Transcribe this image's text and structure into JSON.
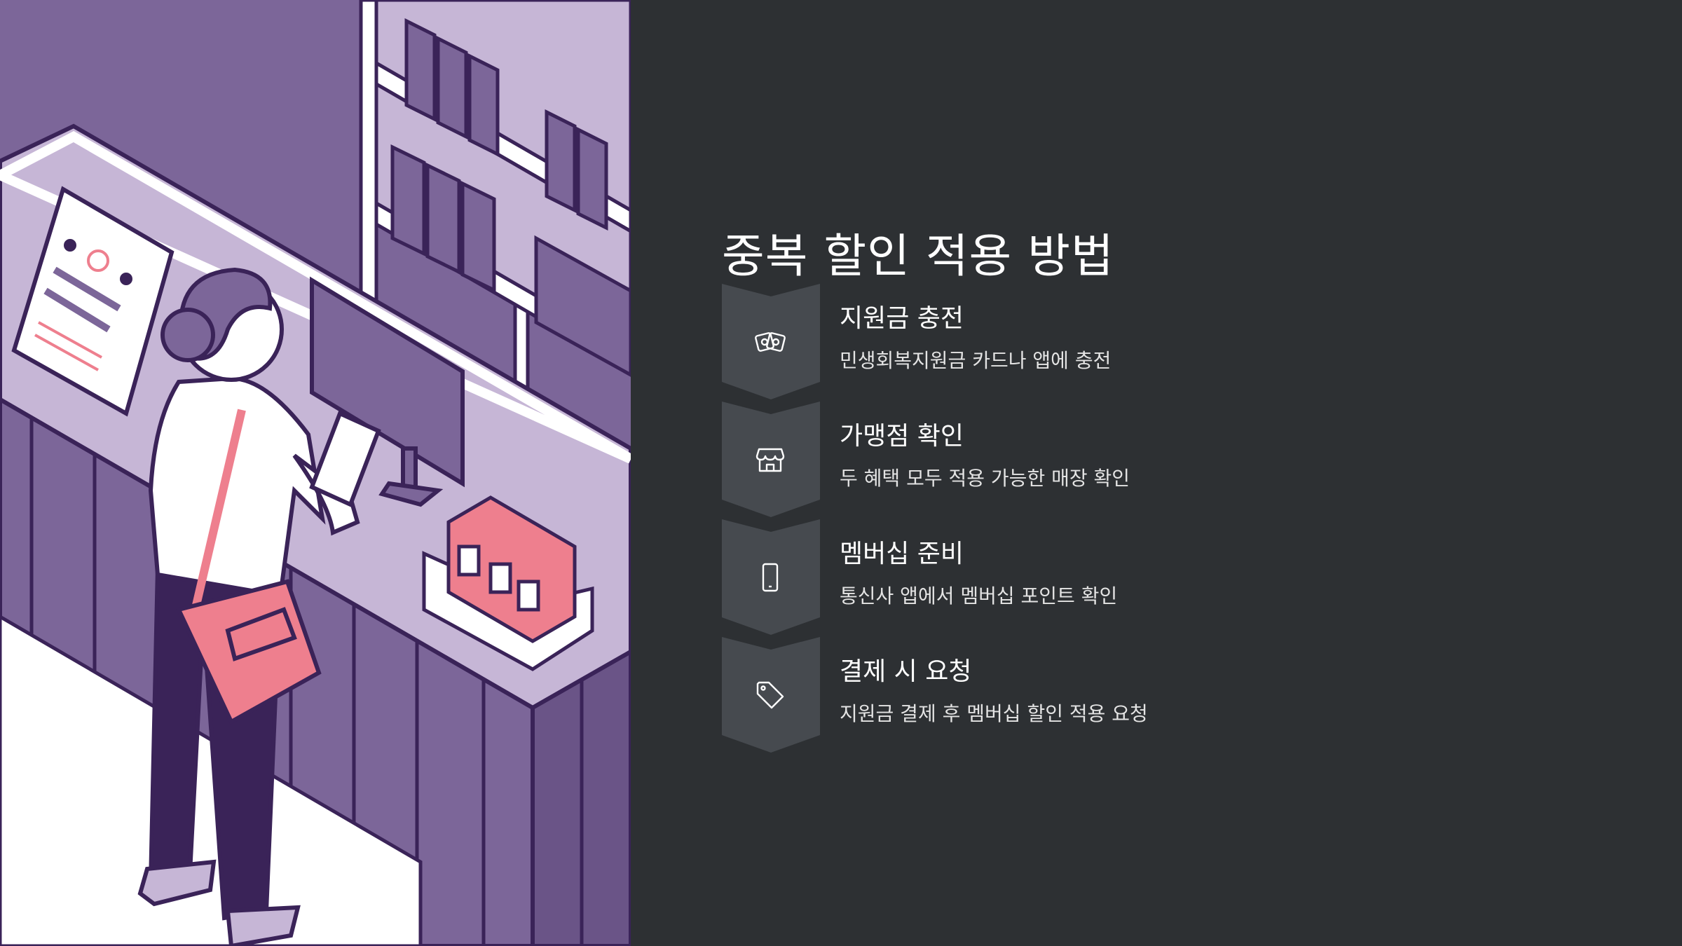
{
  "title": "중복 할인 적용 방법",
  "colors": {
    "panel_background": "#2d3033",
    "chevron_fill": "#464a4f",
    "illustration_purple": "#7c6699",
    "illustration_light": "#c6b6d6",
    "illustration_dark": "#3a2358",
    "accent_pink": "#ee7f8e"
  },
  "steps": [
    {
      "icon": "cash-icon",
      "title": "지원금 충전",
      "description": "민생회복지원금 카드나 앱에 충전"
    },
    {
      "icon": "store-icon",
      "title": "가맹점 확인",
      "description": "두 혜택 모두 적용 가능한 매장 확인"
    },
    {
      "icon": "smartphone-icon",
      "title": "멤버십 준비",
      "description": "통신사 앱에서 멤버십 포인트 확인"
    },
    {
      "icon": "tag-icon",
      "title": "결제 시 요청",
      "description": "지원금 결제 후 멤버십 할인 적용 요청"
    }
  ]
}
